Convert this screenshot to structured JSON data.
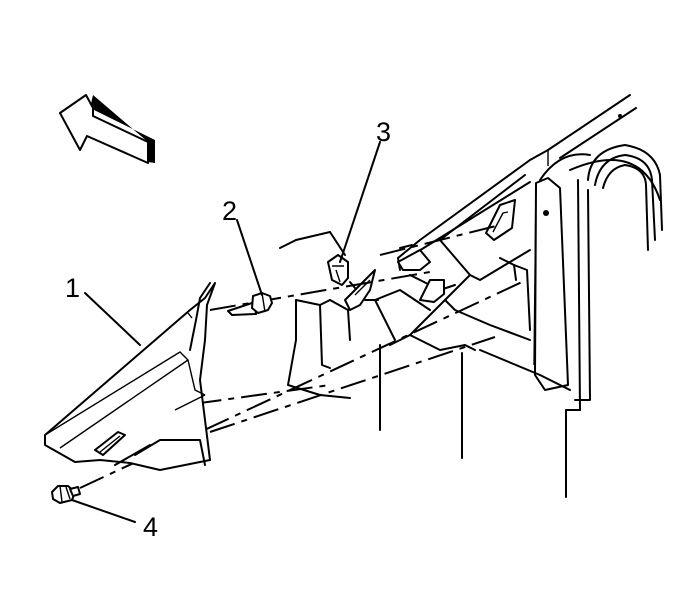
{
  "callouts": [
    {
      "label": "1"
    },
    {
      "label": "2"
    },
    {
      "label": "3"
    },
    {
      "label": "4"
    }
  ],
  "direction_arrow": {
    "icon": "forward-direction-arrow-icon"
  },
  "colors": {
    "ink": "#000000",
    "paper": "#ffffff"
  }
}
